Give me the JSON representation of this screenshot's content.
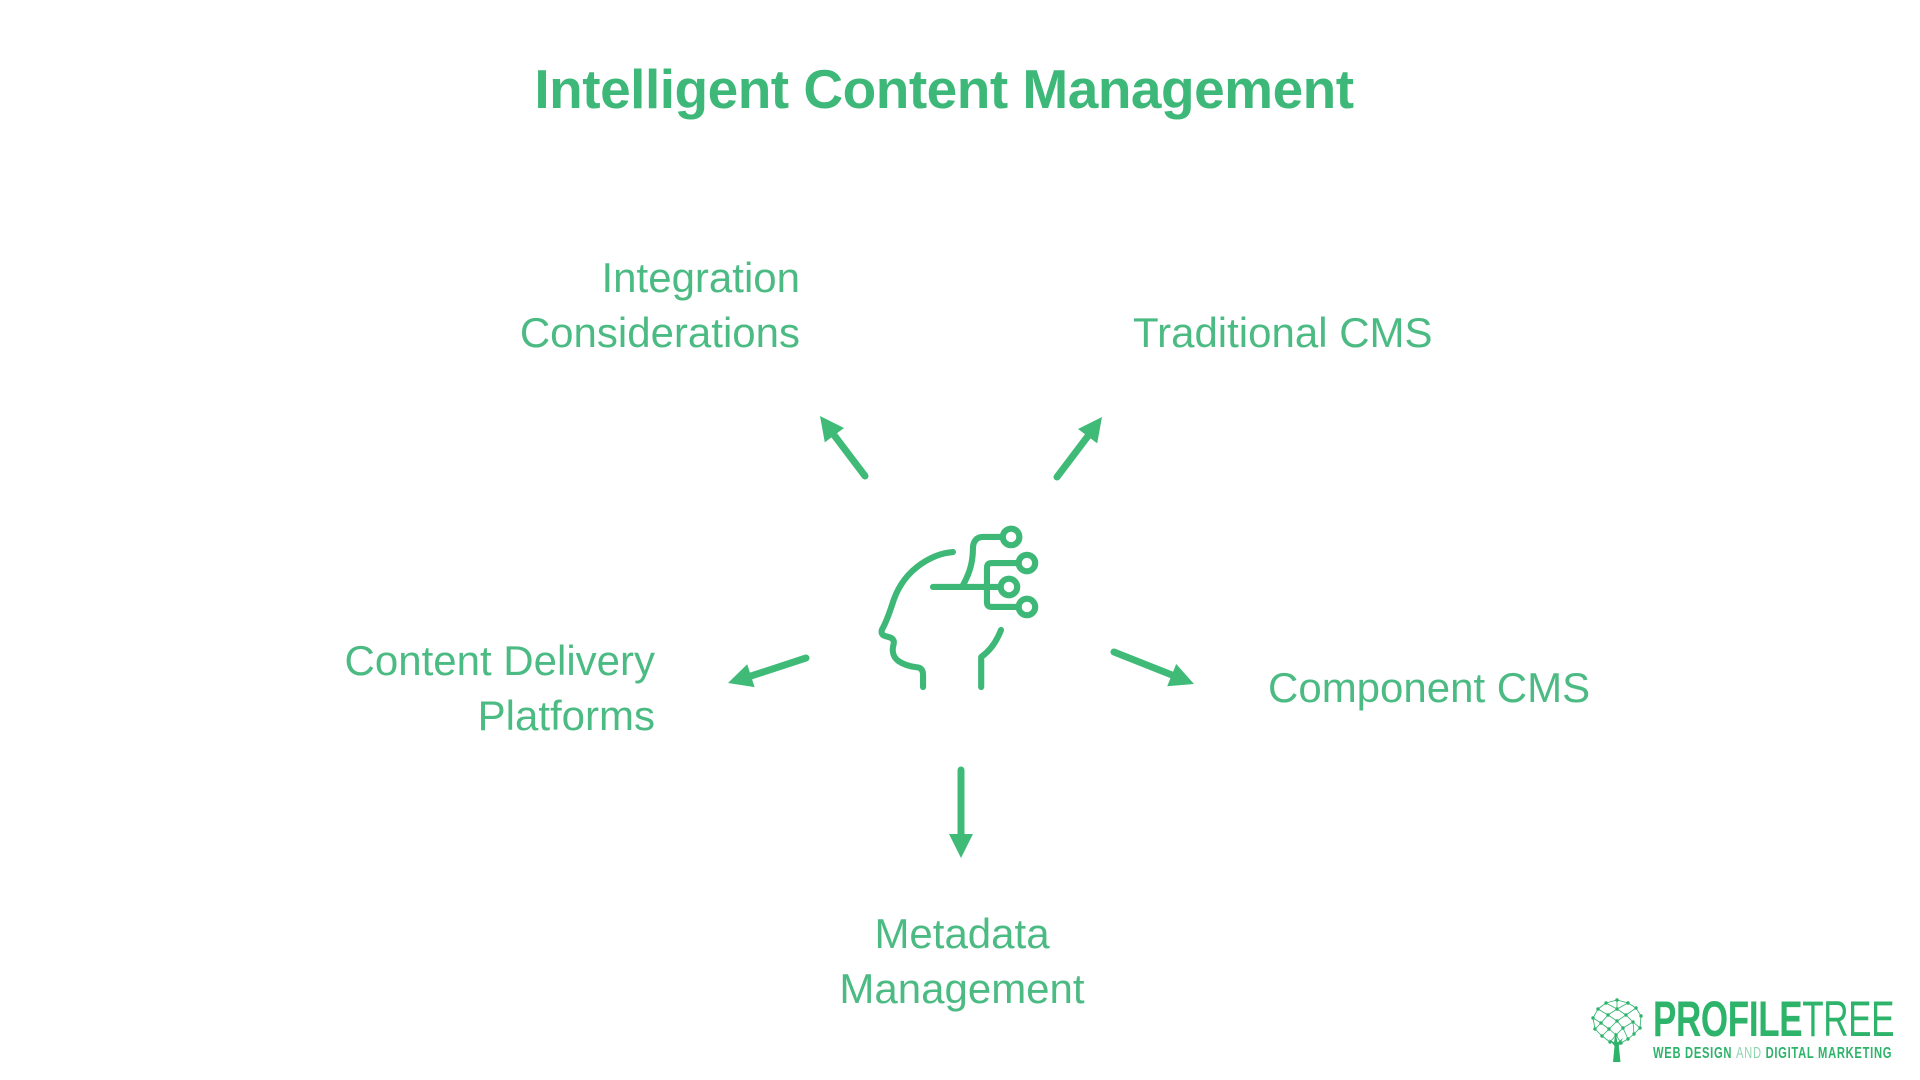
{
  "title": "Intelligent Content Management",
  "diagram": {
    "center": {
      "icon": "ai-head-circuit-icon"
    },
    "branches": [
      {
        "id": "integration-considerations",
        "label": "Integration\nConsiderations",
        "position": "top-left"
      },
      {
        "id": "traditional-cms",
        "label": "Traditional CMS",
        "position": "top-right"
      },
      {
        "id": "content-delivery-platforms",
        "label": "Content Delivery\nPlatforms",
        "position": "left"
      },
      {
        "id": "component-cms",
        "label": "Component CMS",
        "position": "right"
      },
      {
        "id": "metadata-management",
        "label": "Metadata\nManagement",
        "position": "bottom"
      }
    ]
  },
  "logo": {
    "brand_primary": "PROFILE",
    "brand_secondary": "TREE",
    "tagline_left": "WEB DESIGN",
    "tagline_and": "AND",
    "tagline_right": "DIGITAL MARKETING"
  },
  "colors": {
    "title_green": "#3db878",
    "label_green": "#4cbb83",
    "arrow_green": "#3fbb77",
    "icon_green": "#3eb876",
    "logo_green": "#2db36a"
  }
}
